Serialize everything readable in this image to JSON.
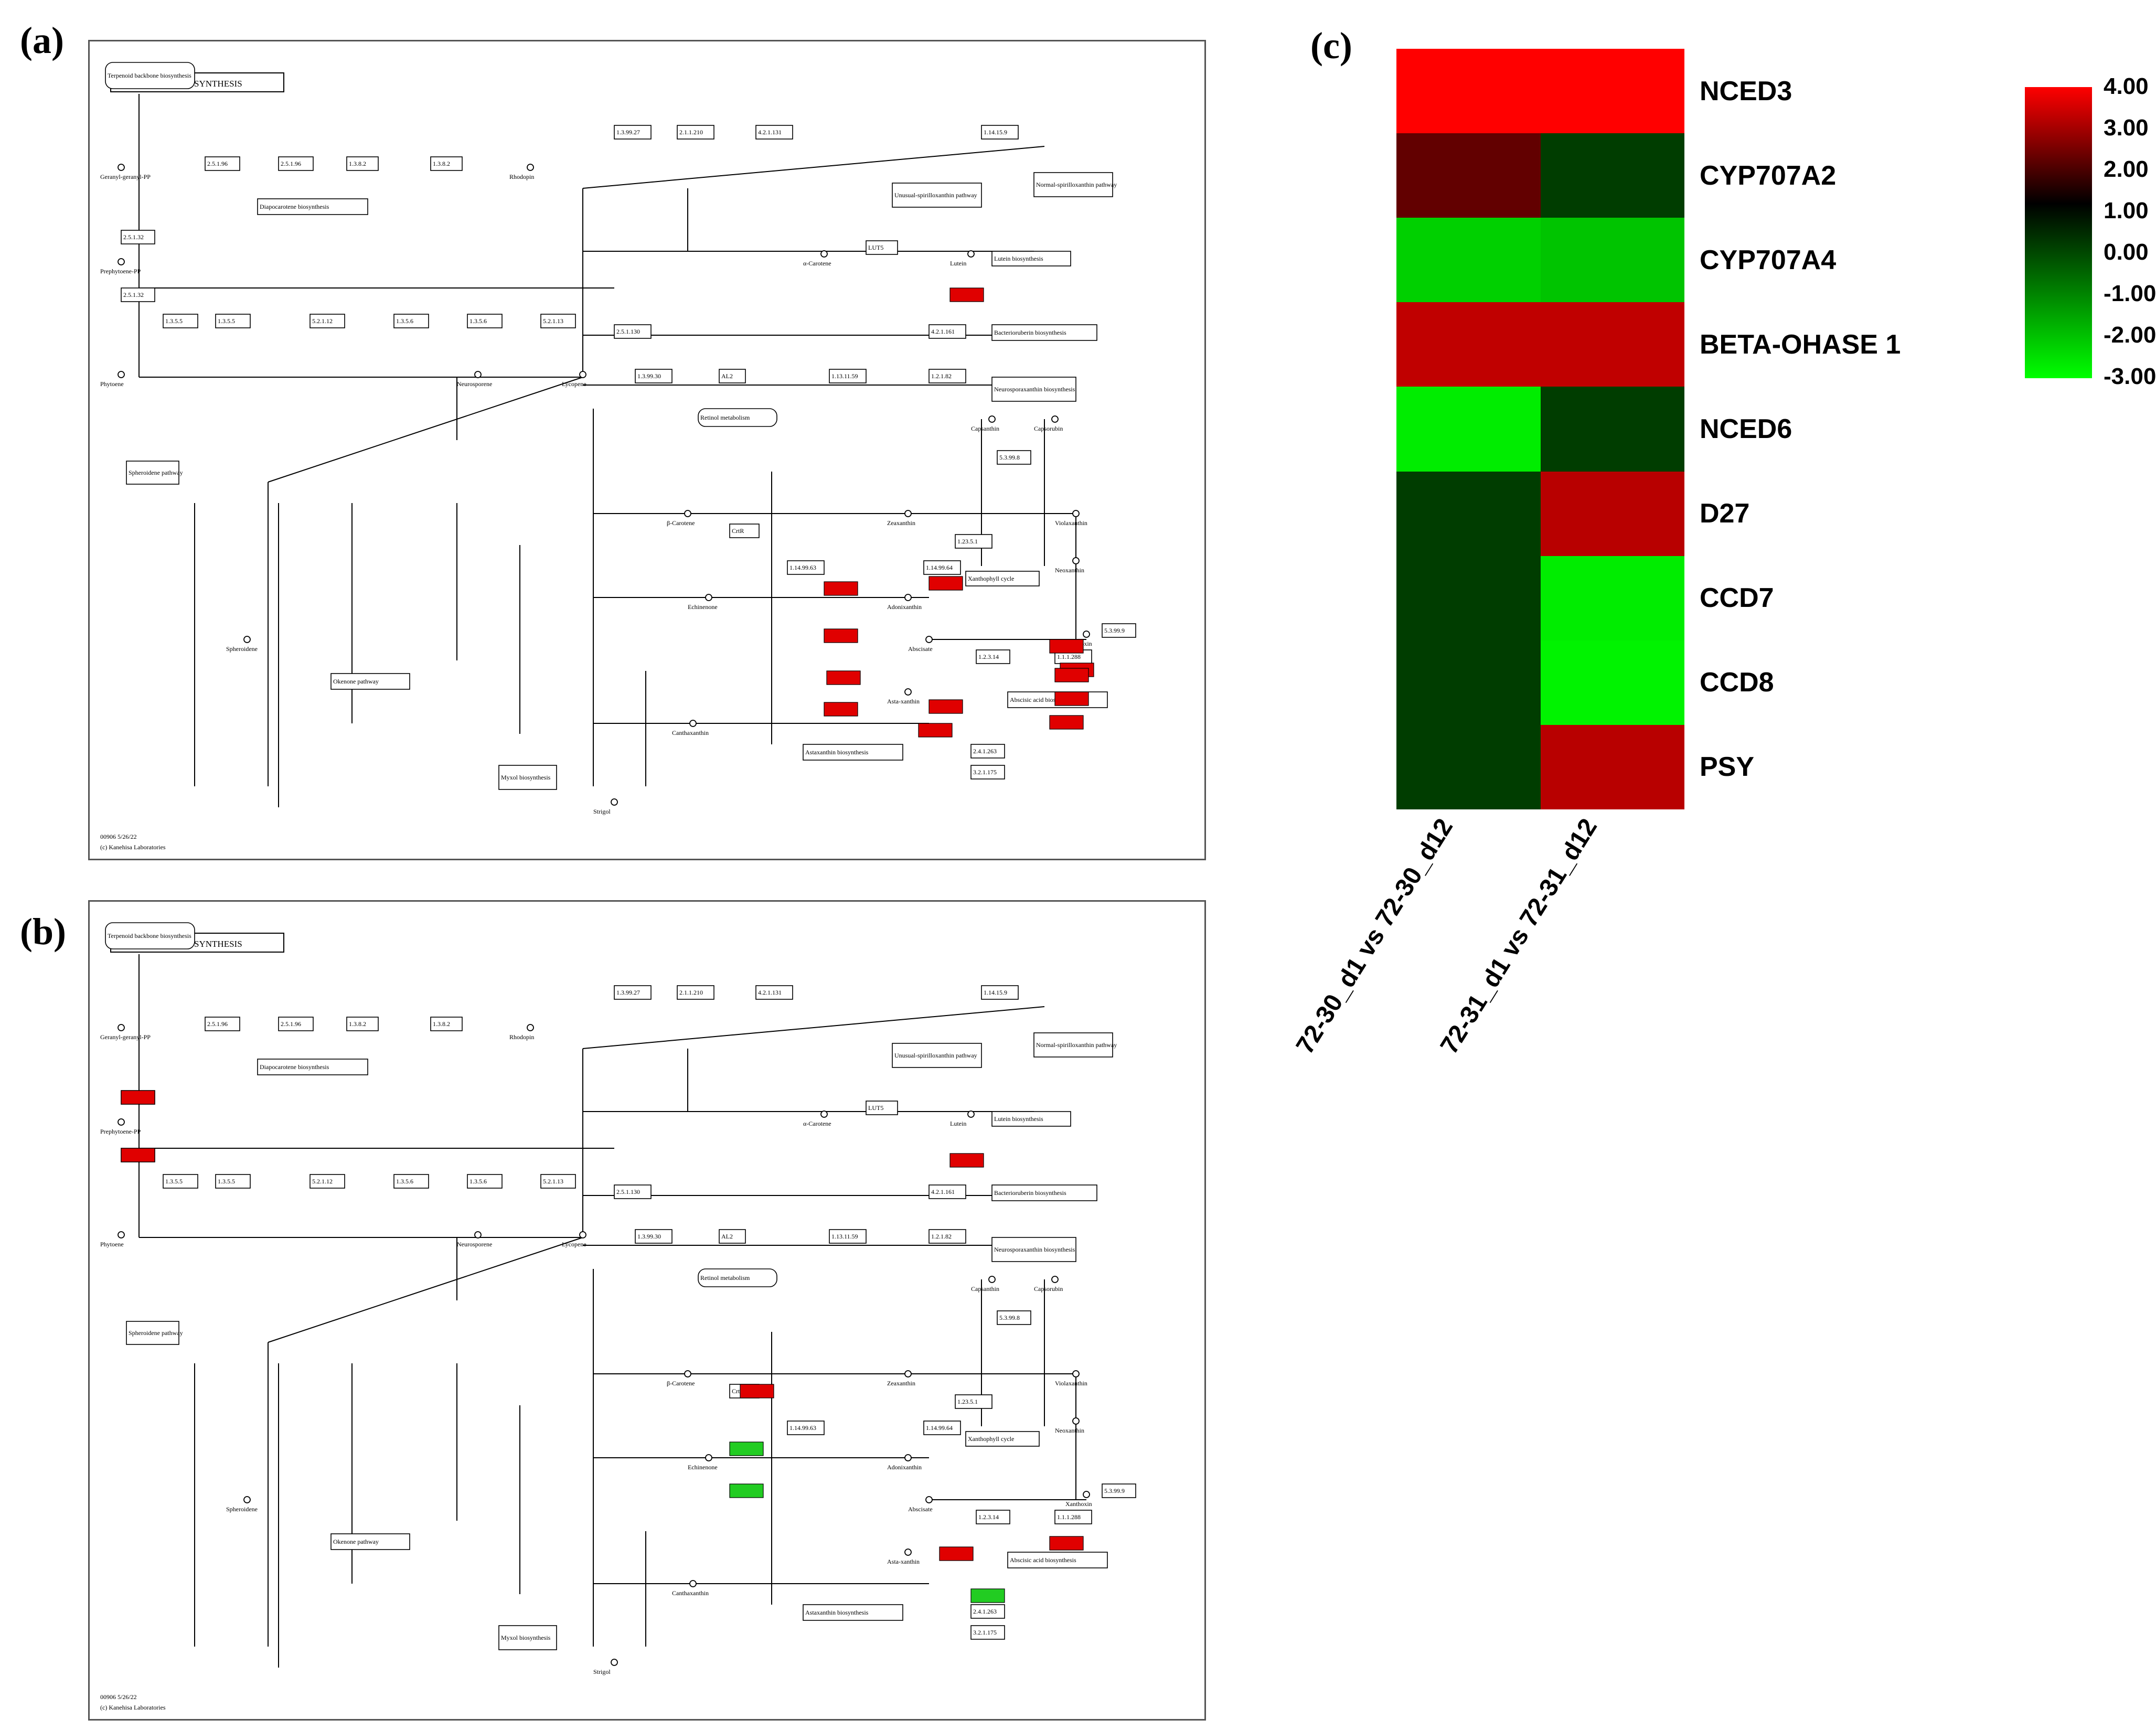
{
  "panels": {
    "a": "(a)",
    "b": "(b)",
    "c": "(c)"
  },
  "map": {
    "title": "CAROTENOID BIOSYNTHESIS",
    "footer1": "00906 5/26/22",
    "footer2": "(c) Kanehisa Laboratories",
    "boxes": [
      {
        "id": "terpenoid",
        "t": "Terpenoid backbone biosynthesis"
      },
      {
        "id": "b25132a",
        "t": "2.5.1.32"
      },
      {
        "id": "b25132b",
        "t": "2.5.1.32"
      },
      {
        "id": "b13555",
        "t": "1.3.5.5"
      },
      {
        "id": "b13555b",
        "t": "1.3.5.5"
      },
      {
        "id": "b52112",
        "t": "5.2.1.12"
      },
      {
        "id": "b13556",
        "t": "1.3.5.6"
      },
      {
        "id": "b13556b",
        "t": "1.3.5.6"
      },
      {
        "id": "b52113",
        "t": "5.2.1.13"
      },
      {
        "id": "b25196",
        "t": "2.5.1.96"
      },
      {
        "id": "b25196b",
        "t": "2.5.1.96"
      },
      {
        "id": "b1382",
        "t": "1.3.8.2"
      },
      {
        "id": "b1382b",
        "t": "1.3.8.2"
      },
      {
        "id": "b13992",
        "t": "1.3.99.27"
      },
      {
        "id": "b211210",
        "t": "2.1.1.210"
      },
      {
        "id": "b42113",
        "t": "4.2.1.131"
      },
      {
        "id": "b114159",
        "t": "1.14.15.9"
      },
      {
        "id": "b13993",
        "t": "1.3.99.30"
      },
      {
        "id": "bAL2",
        "t": "AL2"
      },
      {
        "id": "b113159",
        "t": "1.13.11.59"
      },
      {
        "id": "b12182",
        "t": "1.2.1.82"
      },
      {
        "id": "b251130",
        "t": "2.5.1.130"
      },
      {
        "id": "b42116",
        "t": "4.2.1.161"
      },
      {
        "id": "bLUT5",
        "t": "LUT5"
      },
      {
        "id": "bCrtR",
        "t": "CrtR"
      },
      {
        "id": "b114159h",
        "t": "1.14.99.63"
      },
      {
        "id": "b114964",
        "t": "1.14.99.64"
      },
      {
        "id": "b12351",
        "t": "1.23.5.1"
      },
      {
        "id": "b53998",
        "t": "5.3.99.8"
      },
      {
        "id": "b53999",
        "t": "5.3.99.9"
      },
      {
        "id": "b12314",
        "t": "1.2.3.14"
      },
      {
        "id": "b111288",
        "t": "1.1.1.288"
      },
      {
        "id": "b241263",
        "t": "2.4.1.263"
      },
      {
        "id": "b321175",
        "t": "3.2.1.175"
      },
      {
        "id": "bretinol",
        "t": "Retinol metabolism"
      },
      {
        "id": "bastax",
        "t": "Astaxanthin biosynthesis"
      },
      {
        "id": "bxanth",
        "t": "Xanthophyll cycle"
      },
      {
        "id": "baba",
        "t": "Abscisic acid biosynthesis"
      },
      {
        "id": "blutein",
        "t": "Lutein biosynthesis"
      },
      {
        "id": "bbact",
        "t": "Bacterioruberin biosynthesis"
      },
      {
        "id": "bneuro",
        "t": "Neurosporaxanthin biosynthesis"
      },
      {
        "id": "bspirillo",
        "t": "Normal-spirilloxanthin pathway"
      },
      {
        "id": "bunusual",
        "t": "Unusual-spirilloxanthin pathway"
      },
      {
        "id": "bdiapo",
        "t": "Diapocarotene biosynthesis"
      },
      {
        "id": "bokenone",
        "t": "Okenone pathway"
      },
      {
        "id": "bmyxol",
        "t": "Myxol biosynthesis"
      },
      {
        "id": "bspheroid",
        "t": "Spheroidene pathway"
      }
    ],
    "compounds": [
      {
        "id": "phytoene",
        "t": "Phytoene"
      },
      {
        "id": "lycopene",
        "t": "Lycopene"
      },
      {
        "id": "bcarotene",
        "t": "β-Carotene"
      },
      {
        "id": "acarotene",
        "t": "α-Carotene"
      },
      {
        "id": "zeaxanthin",
        "t": "Zeaxanthin"
      },
      {
        "id": "violaxanthin",
        "t": "Violaxanthin"
      },
      {
        "id": "neoxanthin",
        "t": "Neoxanthin"
      },
      {
        "id": "xanthoxin",
        "t": "Xanthoxin"
      },
      {
        "id": "abscisate",
        "t": "Abscisate"
      },
      {
        "id": "canthaxanthin",
        "t": "Canthaxanthin"
      },
      {
        "id": "astaxanthin",
        "t": "Asta-xanthin"
      },
      {
        "id": "strigol",
        "t": "Strigol"
      },
      {
        "id": "spheroidene",
        "t": "Spheroidene"
      },
      {
        "id": "geranyl",
        "t": "Geranyl-geranyl-PP"
      },
      {
        "id": "prephytoene",
        "t": "Prephytoene-PP"
      },
      {
        "id": "neurosporene",
        "t": "Neurosporene"
      },
      {
        "id": "rhodopin",
        "t": "Rhodopin"
      },
      {
        "id": "lutein",
        "t": "Lutein"
      },
      {
        "id": "adonixanthin",
        "t": "Adonixanthin"
      },
      {
        "id": "echinenone",
        "t": "Echinenone"
      },
      {
        "id": "capsanthin",
        "t": "Capsanthin"
      },
      {
        "id": "capsorubin",
        "t": "Capsorubin"
      }
    ]
  },
  "heatmap": {
    "columns": [
      "72-30_d1 vs 72-30_d12",
      "72-31_d1 vs 72-31_d12"
    ],
    "genes": [
      "NCED3",
      "CYP707A2",
      "CYP707A4",
      "BETA-OHASE 1",
      "NCED6",
      "D27",
      "CCD7",
      "CCD8",
      "PSY"
    ],
    "values": [
      [
        4.0,
        4.0
      ],
      [
        2.0,
        0.3
      ],
      [
        -2.2,
        -2.0
      ],
      [
        3.2,
        3.2
      ],
      [
        -2.7,
        0.3
      ],
      [
        0.3,
        3.1
      ],
      [
        0.3,
        -2.7
      ],
      [
        0.3,
        -2.8
      ],
      [
        0.3,
        3.1
      ]
    ],
    "scale": {
      "min": -3.0,
      "max": 4.0,
      "low_color": "#00ff00",
      "mid_color": "#000000",
      "high_color": "#ff0000"
    },
    "ticks": [
      "4.00",
      "3.00",
      "2.00",
      "1.00",
      "0.00",
      "-1.00",
      "-2.00",
      "-3.00"
    ]
  },
  "highlights": {
    "a": [
      {
        "k": "1.14.15.24",
        "c": "#e00000"
      },
      {
        "k": "1.14.99.63",
        "c": "#e00000"
      },
      {
        "k": "1.13.11.51",
        "c": "#e00000"
      },
      {
        "k": "1.14.13.93",
        "c": "#e00000"
      },
      {
        "k": "1.14.15.24b",
        "c": "#e00000"
      },
      {
        "k": "1.14.15.24c",
        "c": "#e00000"
      },
      {
        "k": "1.14.15.24d",
        "c": "#e00000"
      },
      {
        "k": "1.14.15.24e",
        "c": "#e00000"
      },
      {
        "k": "1.14.15.24f",
        "c": "#e00000"
      },
      {
        "k": "1.14.15.24g",
        "c": "#e00000"
      },
      {
        "k": "1.14.15.24h",
        "c": "#e00000"
      },
      {
        "k": "1.14.15.24i",
        "c": "#e00000"
      },
      {
        "k": "1.14.15.24j",
        "c": "#e00000"
      }
    ],
    "b": [
      {
        "k": "2.5.1.32a",
        "c": "#e00000"
      },
      {
        "k": "2.5.1.32b",
        "c": "#e00000"
      },
      {
        "k": "CYP97C1",
        "c": "#e00000"
      },
      {
        "k": "1.14.99.63",
        "c": "#e00000"
      },
      {
        "k": "1.13.11.68",
        "c": "#22cc22"
      },
      {
        "k": "1.13.11.69",
        "c": "#22cc22"
      },
      {
        "k": "1.14.15.24",
        "c": "#e00000"
      },
      {
        "k": "1.14.13.93",
        "c": "#22cc22"
      },
      {
        "k": "1.13.11.51",
        "c": "#e00000"
      }
    ]
  }
}
